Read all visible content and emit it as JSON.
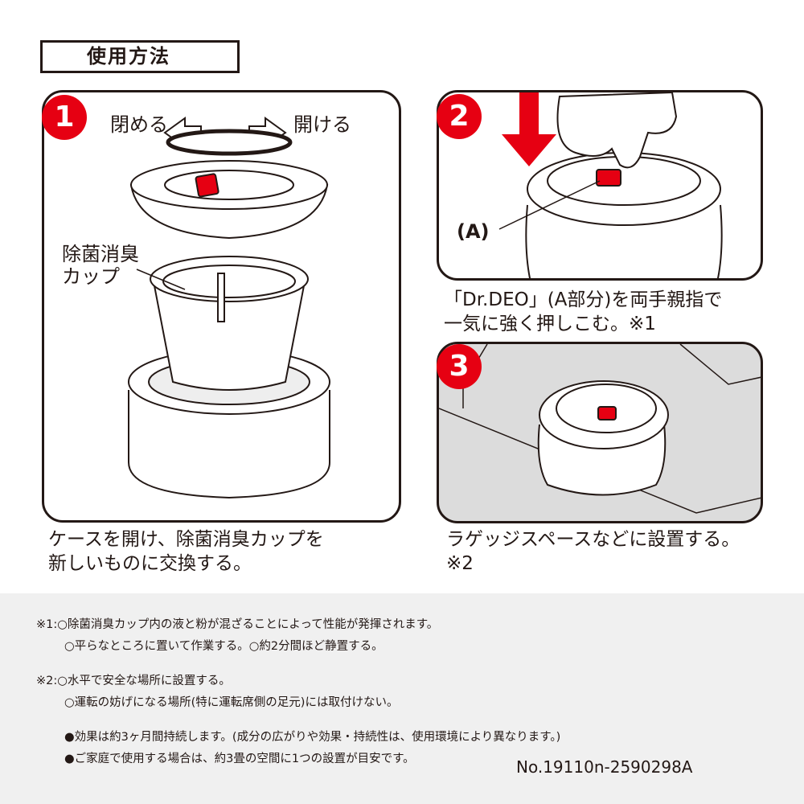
{
  "title": "使用方法",
  "steps": [
    {
      "number": "1",
      "labels": {
        "close": "閉める",
        "open": "開ける",
        "cup_line1": "除菌消臭",
        "cup_line2": "カップ"
      },
      "caption_line1": "ケースを開け、除菌消臭カップを",
      "caption_line2": "新しいものに交換する。"
    },
    {
      "number": "2",
      "labels": {
        "part": "(A)"
      },
      "caption_line1": "「Dr.DEO」(A部分)を両手親指で",
      "caption_line2": "一気に強く押しこむ。※1"
    },
    {
      "number": "3",
      "caption_line1": "ラゲッジスペースなどに設置する。",
      "caption_line2": "※2"
    }
  ],
  "notes": [
    "※1:○除菌消臭カップ内の液と粉が混ざることによって性能が発揮されます。",
    "○平らなところに置いて作業する。○約2分間ほど静置する。",
    "※2:○水平で安全な場所に設置する。",
    "○運転の妨げになる場所(特に運転席側の足元)には取付けない。",
    "●効果は約3ヶ月間持続します。(成分の広がりや効果・持続性は、使用環境により異なります。)",
    "●ご家庭で使用する場合は、約3畳の空間に1つの設置が目安です。"
  ],
  "product_code": "No.19110n-2590298A",
  "colors": {
    "accent": "#e60012",
    "ink": "#231815",
    "notes_bg": "#f0f0f0"
  }
}
